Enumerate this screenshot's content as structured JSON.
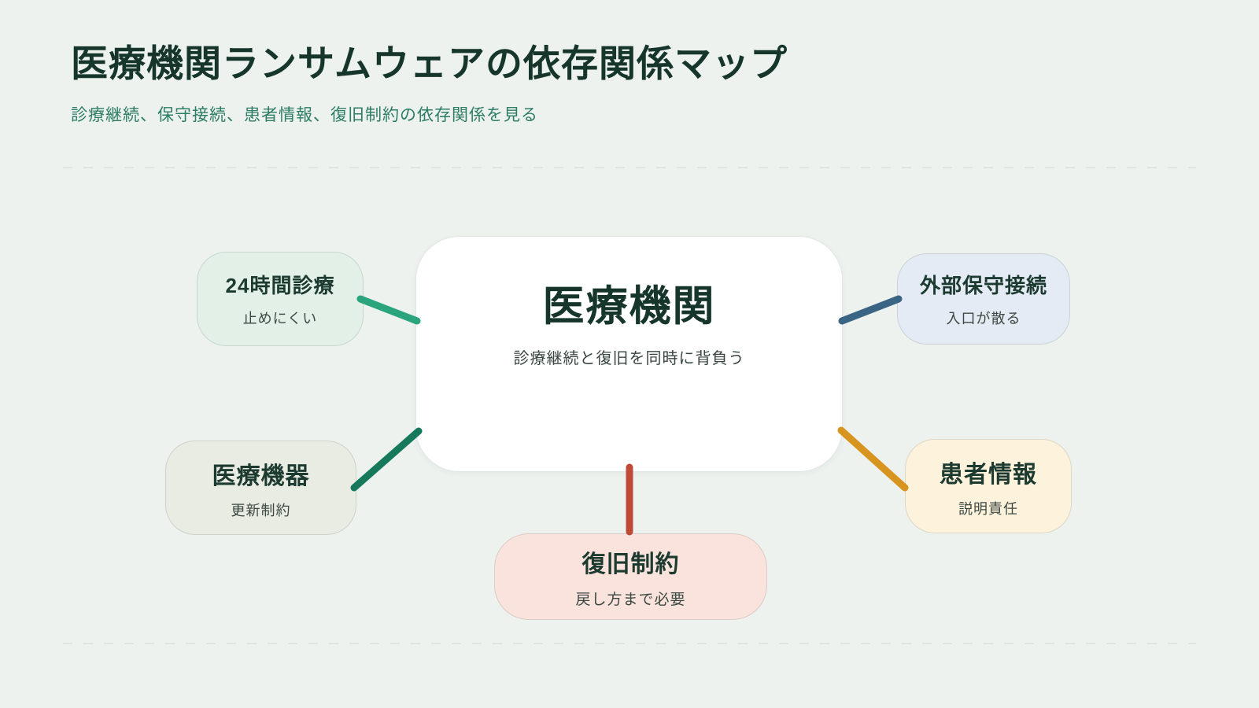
{
  "page": {
    "background": "#edf2ef",
    "title": "医療機関ランサムウェアの依存関係マップ",
    "title_color": "#16362c",
    "subtitle": "診療継続、保守接続、患者情報、復旧制約の依存関係を見る",
    "subtitle_color": "#2d7c64",
    "divider_color": "#dee4e1"
  },
  "center_node": {
    "title": "医療機関",
    "subtitle": "診療継続と復旧を同時に背負う",
    "title_color": "#16362c",
    "subtitle_color": "#39453f",
    "bg": "#ffffff"
  },
  "nodes": [
    {
      "id": "24h-care",
      "title": "24時間診療",
      "subtitle": "止めにくい",
      "bg": "#e2f0e8",
      "line_color": "#2aa47d"
    },
    {
      "id": "medical-devices",
      "title": "医療機器",
      "subtitle": "更新制約",
      "bg": "#e9ece3",
      "line_color": "#17795c"
    },
    {
      "id": "external-maintenance",
      "title": "外部保守接続",
      "subtitle": "入口が散る",
      "bg": "#e4ebf4",
      "line_color": "#3a6484"
    },
    {
      "id": "patient-data",
      "title": "患者情報",
      "subtitle": "説明責任",
      "bg": "#fdf2dc",
      "line_color": "#d7941f"
    },
    {
      "id": "recovery-constraints",
      "title": "復旧制約",
      "subtitle": "戻し方まで必要",
      "bg": "#fae3dc",
      "line_color": "#c04a38"
    }
  ],
  "text_colors": {
    "node_title": "#1c3a30",
    "node_subtitle": "#3c4842"
  }
}
